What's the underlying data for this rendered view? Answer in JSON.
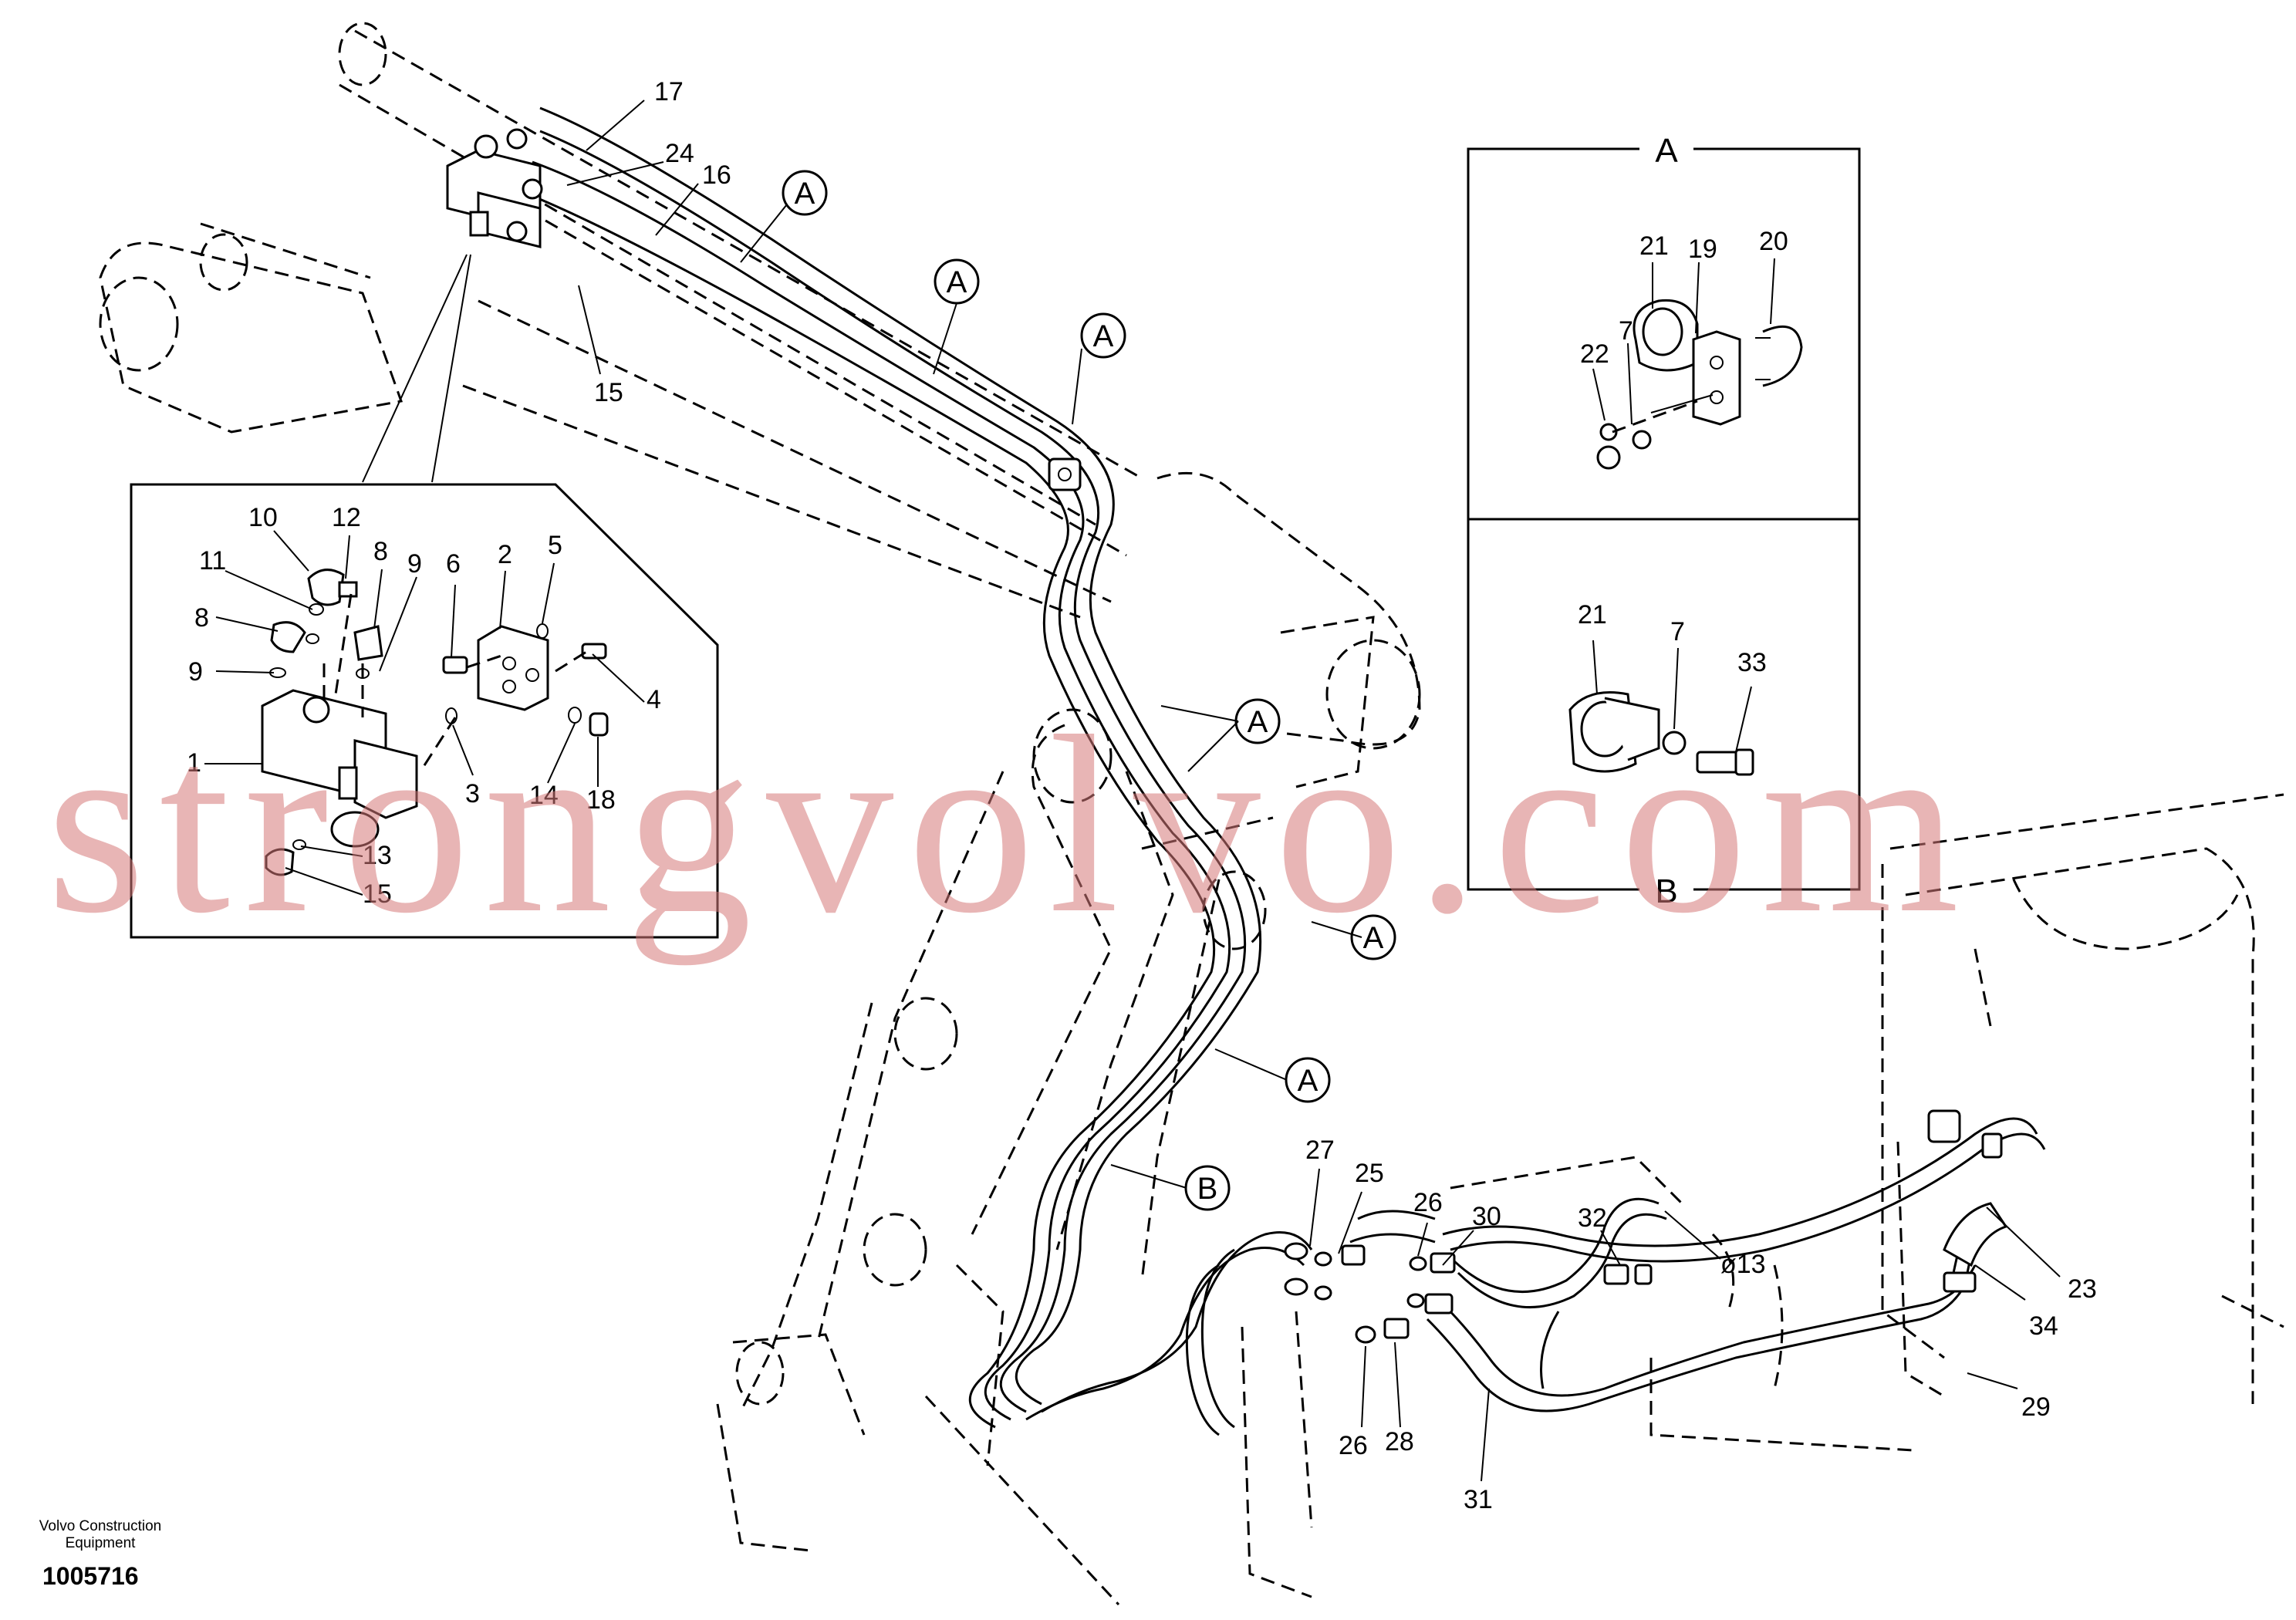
{
  "diagram": {
    "part_labels": {
      "p1": "1",
      "p2": "2",
      "p3": "3",
      "p4": "4",
      "p5": "5",
      "p6": "6",
      "p7a": "7",
      "p7b": "7",
      "p8a": "8",
      "p8b": "8",
      "p9a": "9",
      "p9b": "9",
      "p10": "10",
      "p11": "11",
      "p12": "12",
      "p13": "13",
      "p14": "14",
      "p15": "15",
      "p15b": "15",
      "p16": "16",
      "p17": "17",
      "p18": "18",
      "p19": "19",
      "p20": "20",
      "p21a": "21",
      "p21b": "21",
      "p22": "22",
      "p23": "23",
      "p24": "24",
      "p25": "25",
      "p26a": "26",
      "p26b": "26",
      "p27": "27",
      "p28": "28",
      "p29": "29",
      "p30": "30",
      "p31": "31",
      "p32": "32",
      "p33": "33",
      "p34": "34"
    },
    "callouts": {
      "a1": "A",
      "a2": "A",
      "a3": "A",
      "a4": "A",
      "a5": "A",
      "a6": "A",
      "b1": "B"
    },
    "detail_boxes": {
      "box_a_title": "A",
      "box_b_title": "B"
    },
    "annotation_o13": "ø13"
  },
  "watermark": "strongvolvo.com",
  "footer": {
    "company_line1": "Volvo Construction",
    "company_line2": "Equipment",
    "drawing_number": "1005716"
  }
}
